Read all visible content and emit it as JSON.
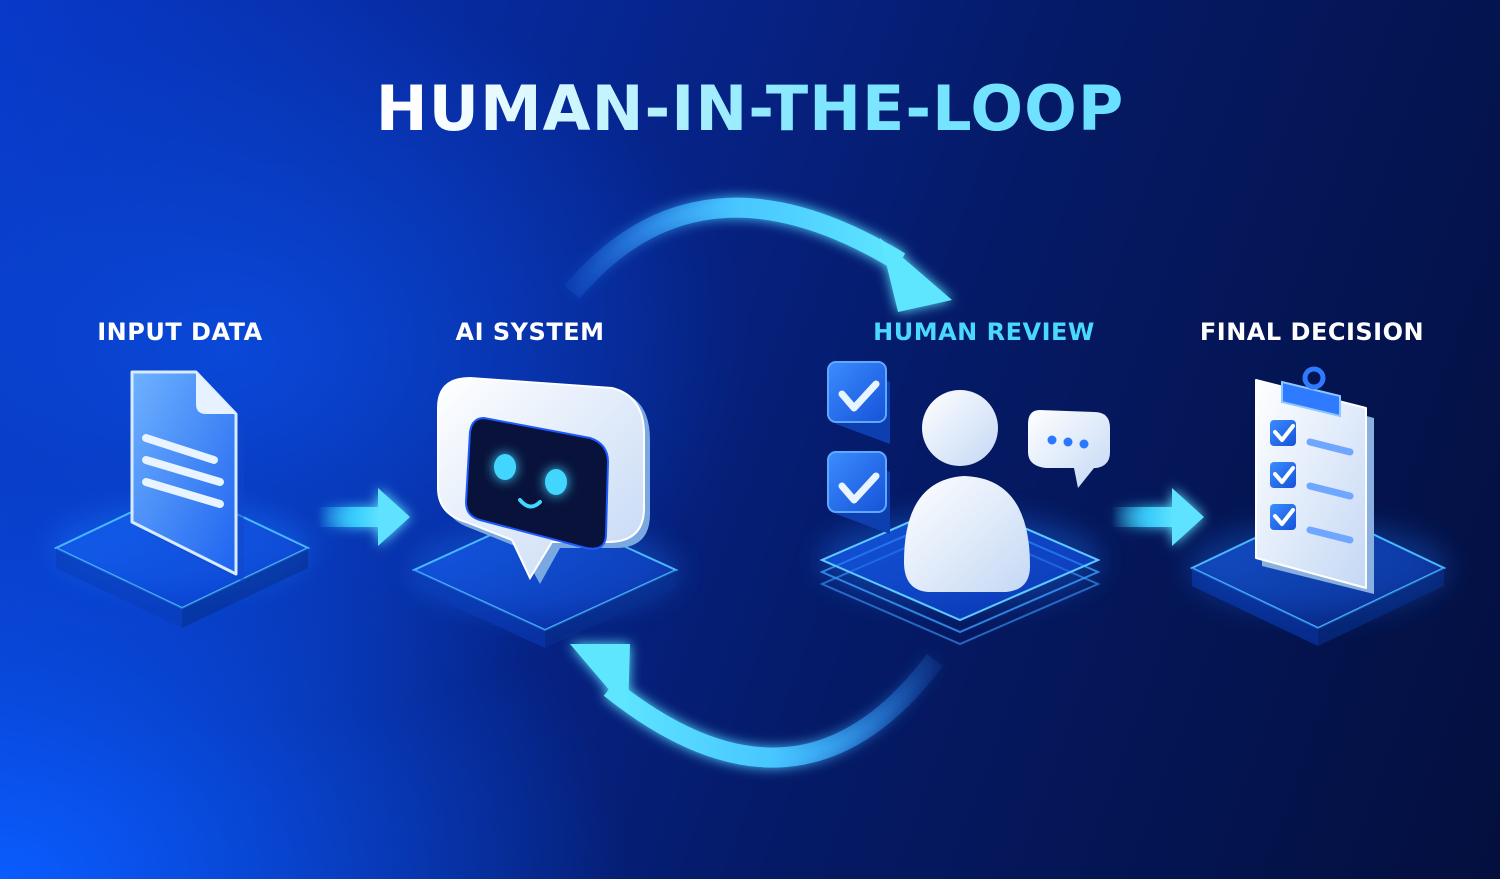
{
  "title": "HUMAN-IN-THE-LOOP",
  "steps": [
    {
      "label": "INPUT DATA",
      "icon": "document-icon"
    },
    {
      "label": "AI SYSTEM",
      "icon": "robot-chat-icon"
    },
    {
      "label": "HUMAN REVIEW",
      "icon": "person-review-icon"
    },
    {
      "label": "FINAL DECISION",
      "icon": "clipboard-checklist-icon"
    }
  ],
  "colors": {
    "accent": "#4ad8ff",
    "background_dark": "#040f3e",
    "background_bright": "#0a5cff",
    "icon_white": "#e8f1ff"
  }
}
